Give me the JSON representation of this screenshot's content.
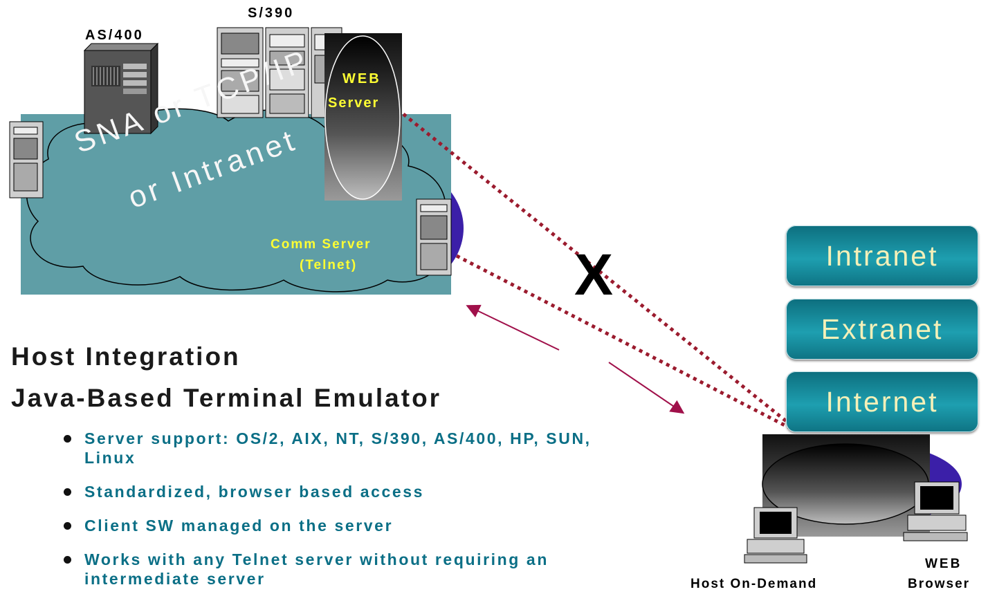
{
  "servers": {
    "as400": "AS/400",
    "s390": "S/390"
  },
  "web_server": {
    "line1": "WEB",
    "line2": "Server"
  },
  "network_cloud": {
    "line1": "SNA or TCP/IP",
    "line2": "or Intranet"
  },
  "comm_server": {
    "line1": "Comm Server",
    "line2": "(Telnet)"
  },
  "blocked_mark": "X",
  "heading": {
    "line1": "Host Integration",
    "line2": "Java-Based Terminal Emulator"
  },
  "bullets": [
    "Server support: OS/2, AIX, NT, S/390, AS/400, HP, SUN, Linux",
    "Standardized, browser based access",
    "Client SW managed on the server",
    "Works with any Telnet server without requiring an intermediate server"
  ],
  "networks": [
    "Intranet",
    "Extranet",
    "Internet"
  ],
  "clients": {
    "host_on_demand": "Host On-Demand",
    "web_browser_line1": "WEB",
    "web_browser_line2": "Browser"
  },
  "colors": {
    "cloud_panel": "#5f9ea6",
    "dotted_link": "#9b1b2e",
    "arrow": "#a0104a",
    "bullet_text": "#0b6f86",
    "network_label": "#f4f0b8",
    "web_server_label": "#ffff33"
  }
}
